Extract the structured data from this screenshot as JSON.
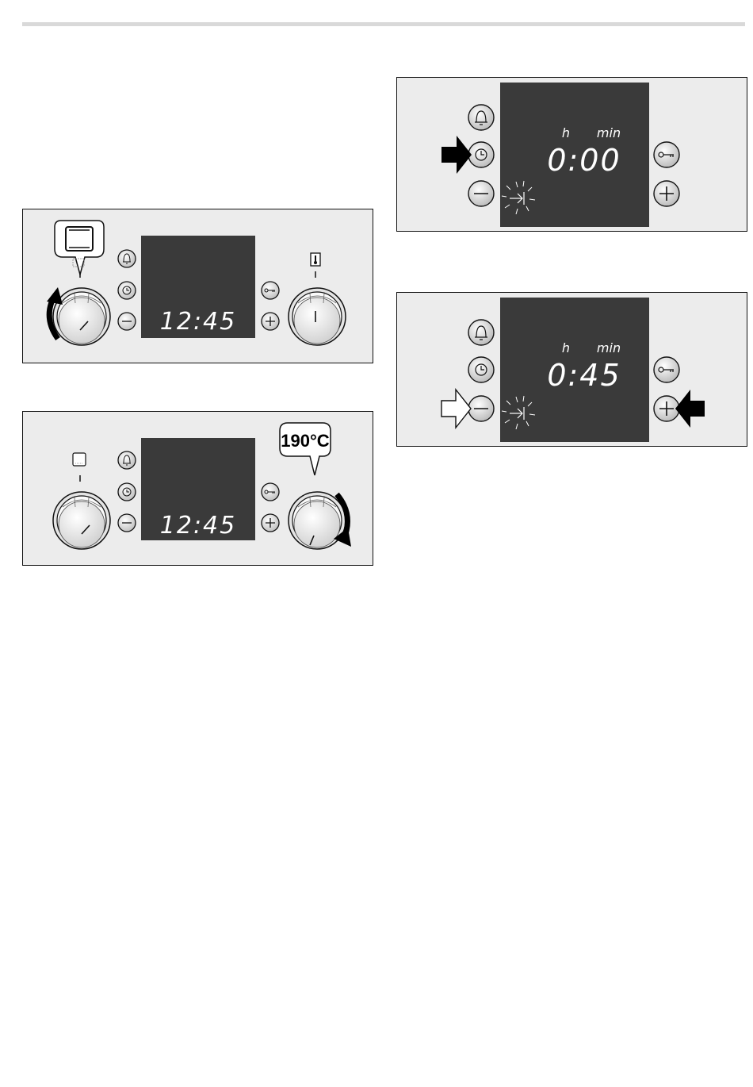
{
  "figures": {
    "fig1": {
      "display_time": "12:45"
    },
    "fig2": {
      "display_time": "12:45",
      "temperature_badge": "190°C"
    },
    "fig3": {
      "display_value": "0:00",
      "unit_hours": "h",
      "unit_minutes": "min"
    },
    "fig4": {
      "display_value": "0:45",
      "unit_hours": "h",
      "unit_minutes": "min"
    }
  },
  "icons": {
    "alarm": "bell-icon",
    "timer": "clock-icon",
    "minus": "minus-icon",
    "plus": "plus-icon",
    "lock": "key-icon",
    "temperature": "thermometer-icon",
    "mode": "oven-mode-icon",
    "cooking_time": "cooking-time-icon"
  },
  "colors": {
    "panel_bg": "#ececec",
    "display_bg": "#3a3a3a",
    "display_text": "#ffffff"
  }
}
